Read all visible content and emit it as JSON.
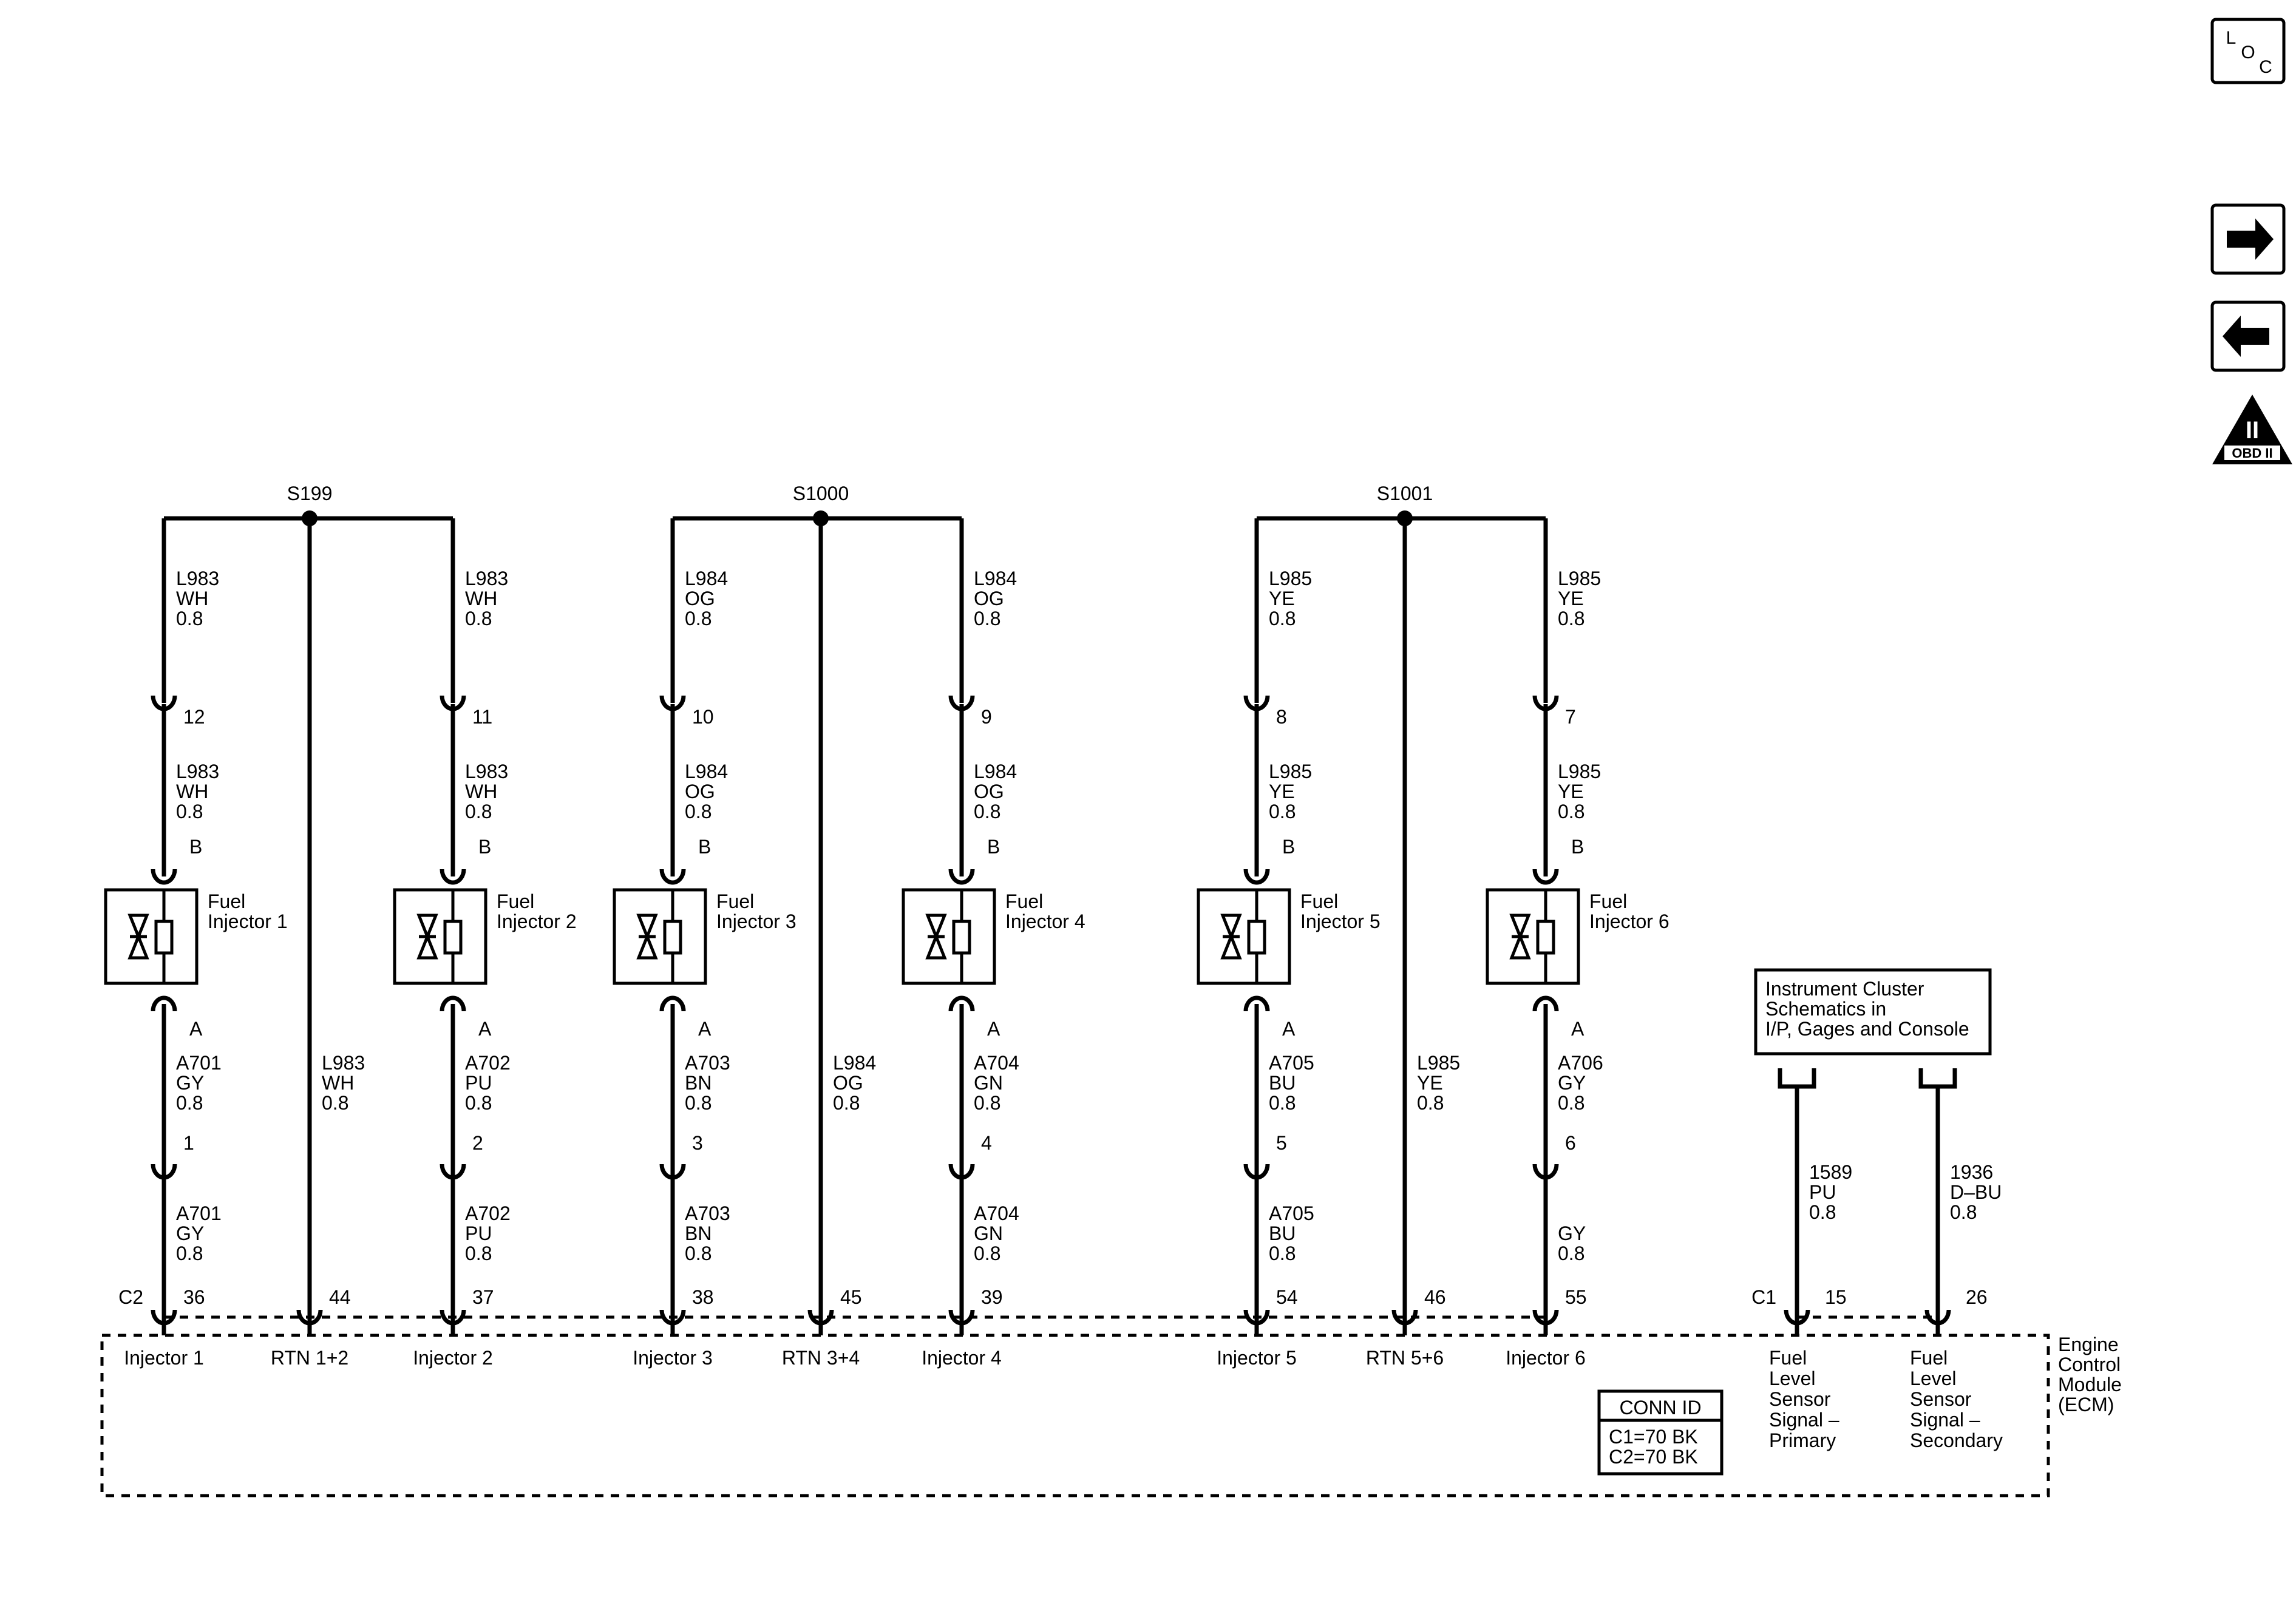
{
  "side_icons": {
    "loc": {
      "l": "L",
      "o": "O",
      "c": "C"
    },
    "next_arrow": "arrow-right-icon",
    "prev_arrow": "arrow-left-icon",
    "obd": {
      "top": "II",
      "bottom": "OBD II"
    }
  },
  "splices": [
    {
      "id": "S199",
      "feed_wire": [
        "L983",
        "WH",
        "0.8"
      ],
      "return_wire": [
        "L983",
        "WH",
        "0.8"
      ],
      "return_pin": "44",
      "return_label": "RTN 1+2",
      "injectors": [
        {
          "upper_wire": [
            "L983",
            "WH",
            "0.8"
          ],
          "conn_upper": "12",
          "mid_wire": [
            "L983",
            "WH",
            "0.8"
          ],
          "term_b": "B",
          "name": "Fuel",
          "name2": "Injector 1",
          "term_a": "A",
          "low_wire": [
            "A701",
            "GY",
            "0.8"
          ],
          "conn_lower": "1",
          "ecm_wire": [
            "A701",
            "GY",
            "0.8"
          ],
          "ecm_pin": "36",
          "ecm_label": "Injector 1"
        },
        {
          "upper_wire": [
            "L983",
            "WH",
            "0.8"
          ],
          "conn_upper": "11",
          "mid_wire": [
            "L983",
            "WH",
            "0.8"
          ],
          "term_b": "B",
          "name": "Fuel",
          "name2": "Injector 2",
          "term_a": "A",
          "low_wire": [
            "A702",
            "PU",
            "0.8"
          ],
          "conn_lower": "2",
          "ecm_wire": [
            "A702",
            "PU",
            "0.8"
          ],
          "ecm_pin": "37",
          "ecm_label": "Injector 2"
        }
      ]
    },
    {
      "id": "S1000",
      "return_wire": [
        "L984",
        "OG",
        "0.8"
      ],
      "return_pin": "45",
      "return_label": "RTN 3+4",
      "injectors": [
        {
          "upper_wire": [
            "L984",
            "OG",
            "0.8"
          ],
          "conn_upper": "10",
          "mid_wire": [
            "L984",
            "OG",
            "0.8"
          ],
          "term_b": "B",
          "name": "Fuel",
          "name2": "Injector 3",
          "term_a": "A",
          "low_wire": [
            "A703",
            "BN",
            "0.8"
          ],
          "conn_lower": "3",
          "ecm_wire": [
            "A703",
            "BN",
            "0.8"
          ],
          "ecm_pin": "38",
          "ecm_label": "Injector 3"
        },
        {
          "upper_wire": [
            "L984",
            "OG",
            "0.8"
          ],
          "conn_upper": "9",
          "mid_wire": [
            "L984",
            "OG",
            "0.8"
          ],
          "term_b": "B",
          "name": "Fuel",
          "name2": "Injector 4",
          "term_a": "A",
          "low_wire": [
            "A704",
            "GN",
            "0.8"
          ],
          "conn_lower": "4",
          "ecm_wire": [
            "A704",
            "GN",
            "0.8"
          ],
          "ecm_pin": "39",
          "ecm_label": "Injector 4"
        }
      ]
    },
    {
      "id": "S1001",
      "return_wire": [
        "L985",
        "YE",
        "0.8"
      ],
      "return_pin": "46",
      "return_label": "RTN 5+6",
      "injectors": [
        {
          "upper_wire": [
            "L985",
            "YE",
            "0.8"
          ],
          "conn_upper": "8",
          "mid_wire": [
            "L985",
            "YE",
            "0.8"
          ],
          "term_b": "B",
          "name": "Fuel",
          "name2": "Injector 5",
          "term_a": "A",
          "low_wire": [
            "A705",
            "BU",
            "0.8"
          ],
          "conn_lower": "5",
          "ecm_wire": [
            "A705",
            "BU",
            "0.8"
          ],
          "ecm_pin": "54",
          "ecm_label": "Injector 5"
        },
        {
          "upper_wire": [
            "L985",
            "YE",
            "0.8"
          ],
          "conn_upper": "7",
          "mid_wire": [
            "L985",
            "YE",
            "0.8"
          ],
          "term_b": "B",
          "name": "Fuel",
          "name2": "Injector 6",
          "term_a": "A",
          "low_wire": [
            "A706",
            "GY",
            "0.8"
          ],
          "conn_lower": "6",
          "ecm_wire": [
            "",
            "GY",
            "0.8"
          ],
          "ecm_pin": "55",
          "ecm_label": "Injector 6"
        }
      ]
    }
  ],
  "ecm": {
    "connector_c2": "C2",
    "connector_c1": "C1",
    "name_lines": [
      "Engine",
      "Control",
      "Module",
      "(ECM)"
    ],
    "conn_id_title": "CONN ID",
    "conn_id_lines": [
      "C1=70 BK",
      "C2=70 BK"
    ]
  },
  "cluster": {
    "lines": [
      "Instrument Cluster",
      "Schematics in",
      "I/P, Gages and Console"
    ],
    "signals": [
      {
        "wire": [
          "1589",
          "PU",
          "0.8"
        ],
        "pin": "15",
        "label_lines": [
          "Fuel",
          "Level",
          "Sensor",
          "Signal –",
          "Primary"
        ]
      },
      {
        "wire": [
          "1936",
          "D–BU",
          "0.8"
        ],
        "pin": "26",
        "label_lines": [
          "Fuel",
          "Level",
          "Sensor",
          "Signal –",
          "Secondary"
        ]
      }
    ]
  }
}
